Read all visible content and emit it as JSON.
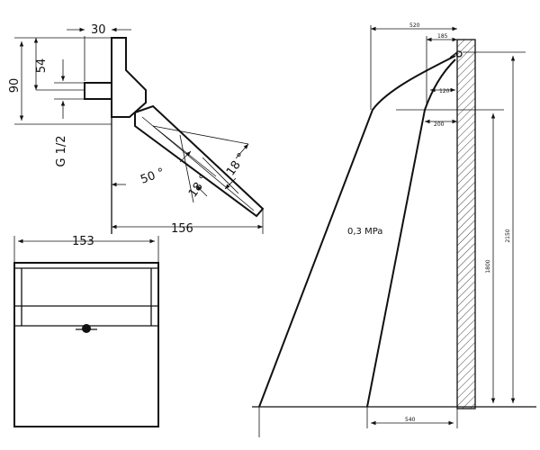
{
  "side_view": {
    "dim_top": "30",
    "dim_total_height": "90",
    "dim_offset": "54",
    "thread": "G 1/2",
    "angle_main": "50 °",
    "angle_a": "18 °",
    "angle_b": "18 °",
    "dim_reach": "156"
  },
  "front_view": {
    "dim_width": "153"
  },
  "spray_diagram": {
    "pressure": "0,3 MPa",
    "dim_top_outer": "520",
    "dim_top_inner": "185",
    "dim_120": "120",
    "dim_200": "200",
    "dim_height_outlet": "2150",
    "dim_height_1800": "1800",
    "dim_bottom": "540"
  }
}
